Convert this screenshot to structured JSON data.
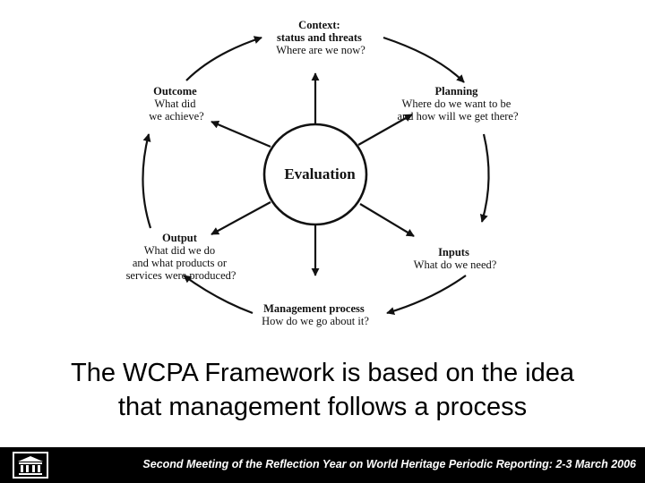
{
  "diagram": {
    "center": "Evaluation",
    "nodes": {
      "context": {
        "title": "Context:",
        "lines": [
          "status and threats",
          "Where are we now?"
        ]
      },
      "planning": {
        "title": "Planning",
        "lines": [
          "Where do we want to be",
          "and how will we get there?"
        ]
      },
      "inputs": {
        "title": "Inputs",
        "lines": [
          "What do we need?"
        ]
      },
      "management": {
        "title": "Management process",
        "lines": [
          "How do we go about it?"
        ]
      },
      "output": {
        "title": "Output",
        "lines": [
          "What did we do",
          "and what products or",
          "services were produced?"
        ]
      },
      "outcome": {
        "title": "Outcome",
        "lines": [
          "What did",
          "we achieve?"
        ]
      }
    }
  },
  "caption": {
    "line1": "The WCPA Framework is based on the idea",
    "line2": "that management follows a process"
  },
  "footer": {
    "text": "Second Meeting of the Reflection Year on World Heritage Periodic Reporting: 2-3 March 2006",
    "logo_icon": "unesco-temple-icon"
  }
}
